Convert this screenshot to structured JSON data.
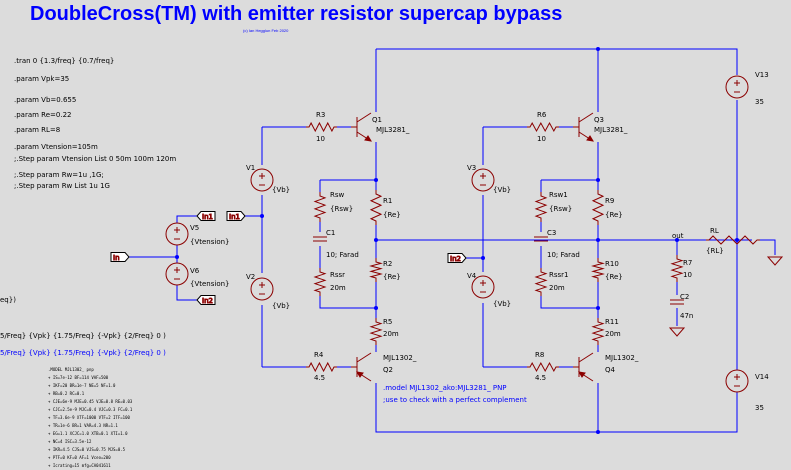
{
  "title": "DoubleCross(TM) with emitter resistor supercap bypass",
  "copyright": "(c) Ian Hegglun Feb 2020",
  "directives": [
    ".tran 0 {1.3/freq} {0.7/freq}",
    ".param Vpk=35",
    ".param Vb=0.655",
    ".param Re=0.22",
    ".param RL=8",
    ".param Vtension=105m",
    ";.Step param Vtension List 0 50m 100m 120m",
    ";.Step param Rw=1u ,1G;",
    ";.Step param Rw List 1u 1G"
  ],
  "left_cut_lines": [
    "eq})",
    "5/Freq} {Vpk} {1.75/Freq} {-Vpk} {2/Freq} 0 )",
    "5/Freq} {Vpk} {1.75/Freq} {-Vpk} {2/Freq} 0 )"
  ],
  "pnp_directive": [
    ".model MJL1302_ako:MJL3281_ PNP",
    ";use to check with a perfect complement"
  ],
  "model_text": [
    ".MODEL MJL1302_ pnp",
    "+      IS=7e-12     BF=114        VAF=500",
    "+      IKF=20       BR=1e-7       NE=5           NF=1.0",
    "+      RB=0.2       RC=0.1",
    "+      CJE=6e-9     MJE=0.45      VJE=0.8        RE=0.03",
    "+      CJC=2.5e-9   MJC=0.4       VJC=0.3        FC=0.1",
    "+      TF=3.6e-9    XTF=1000      VTF=2          ITF=100",
    "+      TR=1e-6      BR=1          VAR=4.3        NR=1.1",
    "+      EG=1.1       XCJC=1.0      XTB=0.1        XTI=1.0",
    "+      NC=4         ISC=3.5e-12",
    "+      IKR=4.5      CJS=0         VJS=0.75       MJS=0.5",
    "+      PTF=0        KF=0          AF=1           Vceo=200",
    "+      Icrating=15  mfg=CA041611"
  ],
  "labels": {
    "Q1": "Q1",
    "Q1_model": "MJL3281_",
    "Q2": "Q2",
    "Q2_model": "MJL1302_",
    "Q3": "Q3",
    "Q3_model": "MJL3281_",
    "Q4": "Q4",
    "Q4_model": "MJL1302_",
    "R3": "R3",
    "R3_val": "10",
    "R4": "R4",
    "R4_val": "4.5",
    "R6": "R6",
    "R6_val": "10",
    "R8": "R8",
    "R8_val": "4.5",
    "R1": "R1",
    "R1_val": "{Re}",
    "R2": "R2",
    "R2_val": "{Re}",
    "R9": "R9",
    "R9_val": "{Re}",
    "R10": "R10",
    "R10_val": "{Re}",
    "R5": "R5",
    "R5_val": "20m",
    "R11": "R11",
    "R11_val": "20m",
    "Rsw": "Rsw",
    "Rsw_val": "{Rsw}",
    "Rsw1": "Rsw1",
    "Rsw1_val": "{Rsw}",
    "Rssr": "Rssr",
    "Rssr_val": "20m",
    "Rssr1": "Rssr1",
    "Rssr1_val": "20m",
    "C1": "C1",
    "C1_val": "10; Farad",
    "C3": "C3",
    "C3_val": "10; Farad",
    "C2": "C2",
    "C2_val": "47n",
    "R7": "R7",
    "R7_val": "10",
    "RL": "RL",
    "RL_val": "{RL}",
    "V1": "V1",
    "V1_val": "{Vb}",
    "V2": "V2",
    "V2_val": "{Vb}",
    "V3": "V3",
    "V3_val": "{Vb}",
    "V4": "V4",
    "V4_val": "{Vb}",
    "V5": "V5",
    "V5_val": "{Vtension}",
    "V6": "V6",
    "V6_val": "{Vtension}",
    "V13": "V13",
    "V13_val": "35",
    "V14": "V14",
    "V14_val": "35",
    "net_out": "out",
    "net_in1_a": "In1",
    "net_in1_b": "In1",
    "net_in2_a": "In2",
    "net_in2_b": "In2",
    "net_in": "In"
  },
  "colors": {
    "background": "#dcdcdc",
    "wire": "#0000ff",
    "component": "#8b0000",
    "text": "#000000",
    "title": "#0000ff"
  }
}
